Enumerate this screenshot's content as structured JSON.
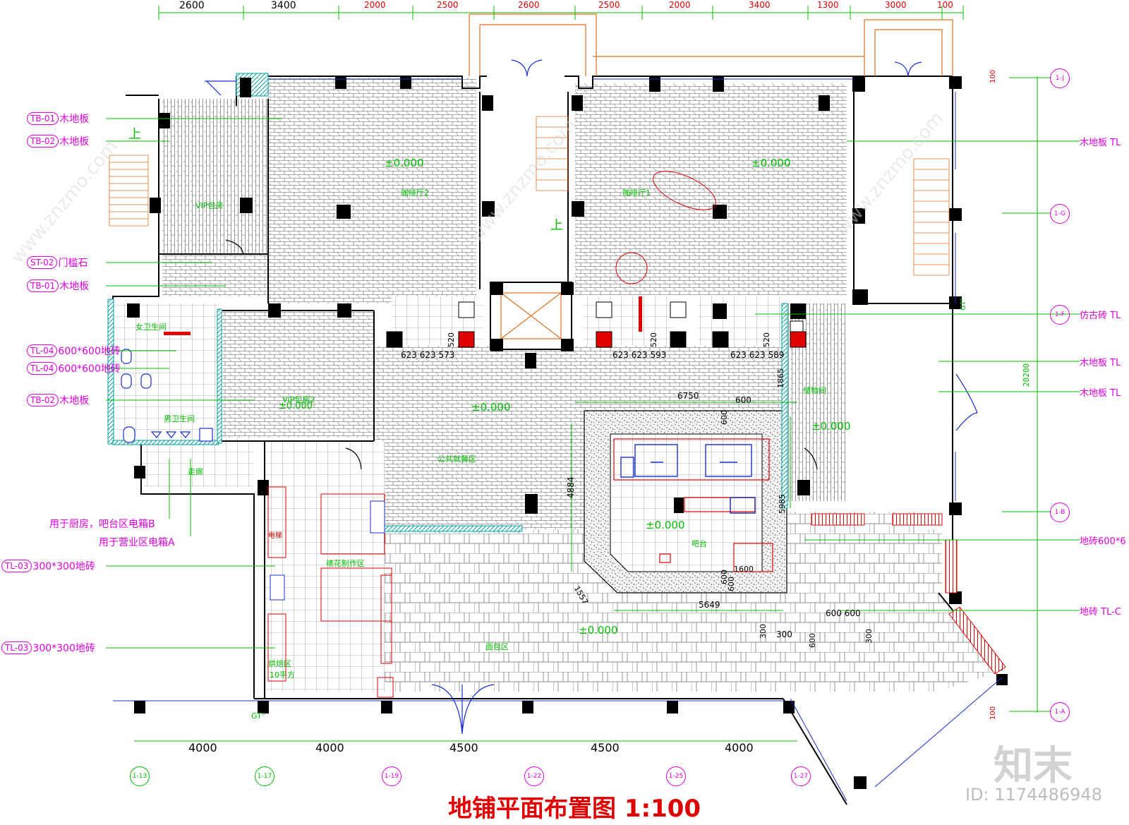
{
  "title": "地铺平面布置图 1:100",
  "watermark": {
    "logo": "知末",
    "id": "ID: 1174486948",
    "site": "www.znzmo.com"
  },
  "colors": {
    "green": "#00c000",
    "magenta": "#e000e0",
    "red": "#e00000",
    "blue": "#1a2fd0",
    "cyan": "#00a0a0",
    "orange": "#e07020",
    "black": "#000000",
    "title_red": "#e00000"
  },
  "top_dims": [
    "2600",
    "3400",
    "2000",
    "2500",
    "2600",
    "2500",
    "2000",
    "3400",
    "1300",
    "3000",
    "100"
  ],
  "bottom_dims": [
    "4000",
    "4000",
    "4500",
    "4500",
    "4000"
  ],
  "bottom_axes": [
    "1-13",
    "1-17",
    "1-19",
    "1-22",
    "1-25",
    "1-27"
  ],
  "right_axes": [
    "1-J",
    "1-G",
    "1-F",
    "1-B",
    "1-A"
  ],
  "right_dims": {
    "total": "20200",
    "top": "100",
    "bottom": "100"
  },
  "left_labels": [
    {
      "code": "TB-01",
      "text": "木地板"
    },
    {
      "code": "TB-02",
      "text": "木地板"
    },
    {
      "code": "ST-02",
      "text": "门槛石"
    },
    {
      "code": "TB-01",
      "text": "木地板"
    },
    {
      "code": "TL-04",
      "text": "600*600地砖"
    },
    {
      "code": "TL-04",
      "text": "600*600地砖"
    },
    {
      "code": "TB-02",
      "text": "木地板"
    },
    {
      "code": "TL-03",
      "text": "300*300地砖"
    },
    {
      "code": "TL-03",
      "text": "300*300地砖"
    }
  ],
  "panel_notes": [
    "用于厨房，吧台区电箱B",
    "用于营业区电箱A"
  ],
  "right_labels": [
    "木地板 TL",
    "仿古砖 TL",
    "木地板 TL",
    "木地板 TL",
    "地砖600*6",
    "地砖 TL-C"
  ],
  "rooms": {
    "coffee1": "咖啡厅1",
    "coffee2": "咖啡厅2",
    "vip": "VIP包房",
    "vip2": "VIP包房2",
    "female_wc": "女卫生间",
    "male_wc": "男卫生间",
    "corridor": "走廊",
    "seating": "公共就餐区",
    "bakery": "面包区",
    "pastry": "裱花制作区",
    "baking": "烘焙区",
    "baking_area": "10平方",
    "bar": "吧台",
    "storage": "储物间",
    "elec": "电梯"
  },
  "levels": [
    "±0.000",
    "±0.000",
    "±0.000",
    "±0.000",
    "±0.000",
    "±0.000",
    "±0.000"
  ],
  "bar_dims": [
    "6750",
    "600",
    "4884",
    "5649",
    "5985",
    "1557",
    "1600",
    "600",
    "600",
    "600",
    "1865"
  ],
  "counter_dims": [
    "623",
    "623",
    "573",
    "623",
    "623",
    "593",
    "623",
    "623",
    "589",
    "520",
    "520",
    "520"
  ],
  "tile_dims": [
    "600",
    "600",
    "300",
    "300",
    "600",
    "300"
  ],
  "misc": {
    "up1": "上",
    "up2": "上",
    "gt1": "GT°",
    "gt2": "GT°"
  }
}
